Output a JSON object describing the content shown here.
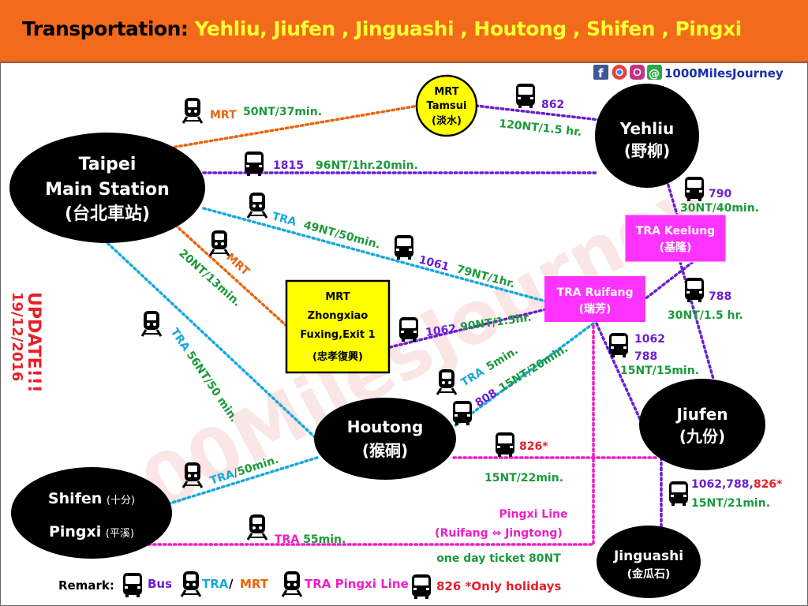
{
  "header": {
    "prefix": "Transportation:",
    "places": "Yehliu, Jiufen , Jinguashi , Houtong , Shifen , Pingxi"
  },
  "brand": {
    "social_icons": [
      "facebook-icon",
      "chrome-icon",
      "instagram-icon",
      "at-sign-icon"
    ],
    "name": "1000MilesJourney",
    "watermark": "1000MilesJourney"
  },
  "update_note": {
    "line1": "UPDATE!!!",
    "line2": "19/12/2016"
  },
  "nodes": {
    "taipei": {
      "line1": "Taipei",
      "line2": "Main Station",
      "line3": "(台北車站)"
    },
    "tamsui": {
      "line1": "MRT",
      "line2": "Tamsui",
      "line3": "(淡水)"
    },
    "yehliu": {
      "line1": "Yehliu",
      "line2": "(野柳)"
    },
    "keelung": {
      "line1": "TRA Keelung",
      "line2": "(基隆)"
    },
    "ruifang": {
      "line1": "TRA Ruifang",
      "line2": "(瑞芳)"
    },
    "zhongxiao": {
      "line1": "MRT",
      "line2": "Zhongxiao",
      "line3": "Fuxing,Exit 1",
      "line4": "(忠孝復興)"
    },
    "houtong": {
      "line1": "Houtong",
      "line2": "(猴硐)"
    },
    "jiufen": {
      "line1": "Jiufen",
      "line2": "(九份)"
    },
    "shifen": {
      "line1": "Shifen",
      "line1b": "(十分)",
      "line2": "Pingxi",
      "line2b": "(平溪)"
    },
    "jinguashi": {
      "line1": "Jinguashi",
      "line2": "(金瓜石)"
    }
  },
  "routes": {
    "taipei_tamsui": {
      "mode": "MRT",
      "info": "50NT/37min."
    },
    "tamsui_yehliu": {
      "bus": "862",
      "info": "120NT/1.5 hr."
    },
    "taipei_yehliu": {
      "bus": "1815",
      "info": "96NT/1hr.20min."
    },
    "taipei_ruifang_tra": {
      "mode": "TRA",
      "info": "49NT/50min."
    },
    "taipei_ruifang_bus": {
      "bus": "1061",
      "info": "79NT/1hr."
    },
    "taipei_zhongxiao": {
      "mode": "MRT",
      "info": "20NT/13min."
    },
    "zhongxiao_ruifang": {
      "bus": "1062",
      "info": "90NT/1.5hr."
    },
    "taipei_houtong": {
      "mode": "TRA",
      "info": "56NT/50 min."
    },
    "yehliu_keelung": {
      "bus": "790",
      "info": "30NT/40min."
    },
    "keelung_jiufen": {
      "bus": "788",
      "info": "30NT/1.5 hr."
    },
    "ruifang_jiufen": {
      "bus1": "1062",
      "bus2": "788",
      "info": "15NT/15min."
    },
    "ruifang_houtong_tra": {
      "mode": "TRA",
      "info": "5min."
    },
    "ruifang_houtong_bus": {
      "bus": "808",
      "info": "15NT/20min."
    },
    "houtong_jiufen": {
      "bus": "826*",
      "info": "15NT/22min."
    },
    "houtong_shifen": {
      "mode": "TRA",
      "info": "/50min."
    },
    "jiufen_jinguashi": {
      "bus_a": "1062,788,",
      "bus_b": "826*",
      "info": "15NT/21min."
    },
    "pingxi_line": {
      "line1": "Pingxi Line",
      "line2": "(Ruifang ⇔ Jingtong)",
      "mode": "TRA",
      "info": "55min.",
      "ticket": "one day ticket 80NT"
    }
  },
  "legend": {
    "title": "Remark:",
    "bus": "Bus",
    "tra": "TRA",
    "slash": "/",
    "mrt": "MRT",
    "pingxi": "TRA Pingxi Line",
    "holiday": "826 *Only holidays"
  },
  "colors": {
    "header_bg": "#f26a1b",
    "header_places": "#ffff33",
    "mrt_orange": "#e8660f",
    "bus_purple": "#6a1fd1",
    "tra_blue": "#17a8dc",
    "price_green": "#1a9a3a",
    "pingxi_magenta": "#ee1fc8",
    "holiday_red": "#e8202a",
    "tamsui_fill": "#ffff00",
    "keelung_fill": "#ff33ff",
    "update_red": "#e8202a"
  }
}
